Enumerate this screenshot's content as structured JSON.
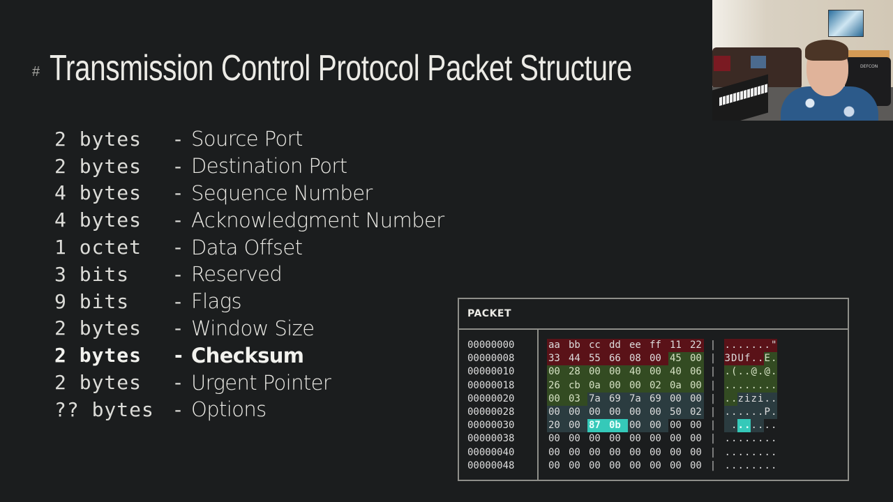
{
  "slide": {
    "hash_symbol": "#",
    "title": "Transmission Control Protocol Packet Structure"
  },
  "fields": [
    {
      "size": "2 bytes",
      "name": "Source Port",
      "bold": false
    },
    {
      "size": "2 bytes",
      "name": "Destination Port",
      "bold": false
    },
    {
      "size": "4 bytes",
      "name": "Sequence Number",
      "bold": false
    },
    {
      "size": "4 bytes",
      "name": "Acknowledgment Number",
      "bold": false
    },
    {
      "size": "1 octet",
      "name": "Data Offset",
      "bold": false
    },
    {
      "size": "3 bits",
      "name": "Reserved",
      "bold": false
    },
    {
      "size": "9 bits",
      "name": "Flags",
      "bold": false
    },
    {
      "size": "2 bytes",
      "name": "Window Size",
      "bold": false
    },
    {
      "size": "2 bytes",
      "name": "Checksum",
      "bold": true
    },
    {
      "size": "2 bytes",
      "name": "Urgent Pointer",
      "bold": false
    },
    {
      "size": "?? bytes",
      "name": "Options",
      "bold": false
    }
  ],
  "dash": "-",
  "packet": {
    "header": "PACKET",
    "separator": "|",
    "colors": {
      "ethernet": "#5a1218",
      "ip": "#334b22",
      "tcp": "#2b3c40",
      "selected": "#35c9b9"
    },
    "rows": [
      {
        "offset": "00000000",
        "bytes": [
          "aa",
          "bb",
          "cc",
          "dd",
          "ee",
          "ff",
          "11",
          "22"
        ],
        "ascii": ".......\"",
        "classes": [
          "eth",
          "eth",
          "eth",
          "eth",
          "eth",
          "eth",
          "eth",
          "eth"
        ]
      },
      {
        "offset": "00000008",
        "bytes": [
          "33",
          "44",
          "55",
          "66",
          "08",
          "00",
          "45",
          "00"
        ],
        "ascii": "3DUf..E.",
        "classes": [
          "eth",
          "eth",
          "eth",
          "eth",
          "eth",
          "eth",
          "ip",
          "ip"
        ]
      },
      {
        "offset": "00000010",
        "bytes": [
          "00",
          "28",
          "00",
          "00",
          "40",
          "00",
          "40",
          "06"
        ],
        "ascii": ".(..@.@.",
        "classes": [
          "ip",
          "ip",
          "ip",
          "ip",
          "ip",
          "ip",
          "ip",
          "ip"
        ]
      },
      {
        "offset": "00000018",
        "bytes": [
          "26",
          "cb",
          "0a",
          "00",
          "00",
          "02",
          "0a",
          "00"
        ],
        "ascii": "........",
        "classes": [
          "ip",
          "ip",
          "ip",
          "ip",
          "ip",
          "ip",
          "ip",
          "ip"
        ]
      },
      {
        "offset": "00000020",
        "bytes": [
          "00",
          "03",
          "7a",
          "69",
          "7a",
          "69",
          "00",
          "00"
        ],
        "ascii": "..zizi..",
        "classes": [
          "ip",
          "ip",
          "tcp",
          "tcp",
          "tcp",
          "tcp",
          "tcp",
          "tcp"
        ]
      },
      {
        "offset": "00000028",
        "bytes": [
          "00",
          "00",
          "00",
          "00",
          "00",
          "00",
          "50",
          "02"
        ],
        "ascii": "......P.",
        "classes": [
          "tcp",
          "tcp",
          "tcp",
          "tcp",
          "tcp",
          "tcp",
          "tcp",
          "tcp"
        ]
      },
      {
        "offset": "00000030",
        "bytes": [
          "20",
          "00",
          "87",
          "0b",
          "00",
          "00",
          "00",
          "00"
        ],
        "ascii": " .......",
        "classes": [
          "tcp",
          "tcp",
          "sel",
          "sel",
          "tcp",
          "tcp",
          "",
          ""
        ]
      },
      {
        "offset": "00000038",
        "bytes": [
          "00",
          "00",
          "00",
          "00",
          "00",
          "00",
          "00",
          "00"
        ],
        "ascii": "........",
        "classes": [
          "",
          "",
          "",
          "",
          "",
          "",
          "",
          ""
        ]
      },
      {
        "offset": "00000040",
        "bytes": [
          "00",
          "00",
          "00",
          "00",
          "00",
          "00",
          "00",
          "00"
        ],
        "ascii": "........",
        "classes": [
          "",
          "",
          "",
          "",
          "",
          "",
          "",
          ""
        ]
      },
      {
        "offset": "00000048",
        "bytes": [
          "00",
          "00",
          "00",
          "00",
          "00",
          "00",
          "00",
          "00"
        ],
        "ascii": "........",
        "classes": [
          "",
          "",
          "",
          "",
          "",
          "",
          "",
          ""
        ]
      }
    ]
  },
  "webcam": {
    "jacket_text": "DEFCON"
  }
}
